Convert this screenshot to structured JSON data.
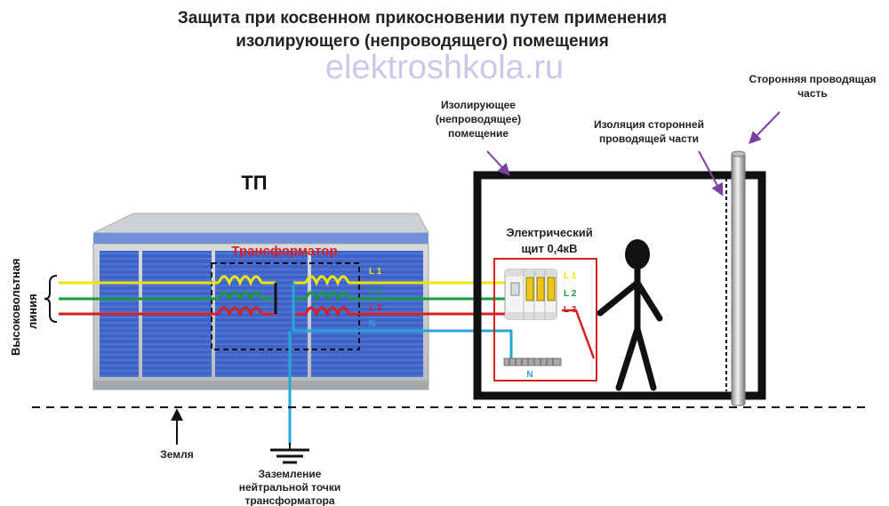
{
  "title": {
    "line1": "Защита при косвенном прикосновении путем применения",
    "line2": "изолирующего (непроводящего) помещения"
  },
  "watermark": "elektroshkola.ru",
  "labels": {
    "tp": "ТП",
    "transformer": "Трансформатор",
    "hv_line": "Высоковольтная",
    "hv_line2": "линия",
    "room_1": "Изолирующее",
    "room_2": "(непроводящее)",
    "room_3": "помещение",
    "iso_1": "Изоляция сторонней",
    "iso_2": "проводящей части",
    "ext_1": "Сторонняя проводящая",
    "ext_2": "часть",
    "panel_1": "Электрический",
    "panel_2": "щит 0,4кВ",
    "earth": "Земля",
    "ground_1": "Заземление",
    "ground_2": "нейтральной точки",
    "ground_3": "трансформатора"
  },
  "phases": {
    "L1": "L 1",
    "L2": "L 2",
    "L3": "L 3",
    "N": "N"
  },
  "colors": {
    "L1": "#f2e600",
    "L2": "#1a9a3a",
    "L3": "#d61f1f",
    "N": "#29a6d9",
    "arrow": "#7a3fa0",
    "transformer_label": "#e01b1b",
    "panel_border": "#d61f1f",
    "substation_panel": "#3f63c8"
  },
  "icons": [
    "person-icon",
    "circuit-breaker-icon",
    "ground-symbol-icon",
    "bracket-icon"
  ]
}
